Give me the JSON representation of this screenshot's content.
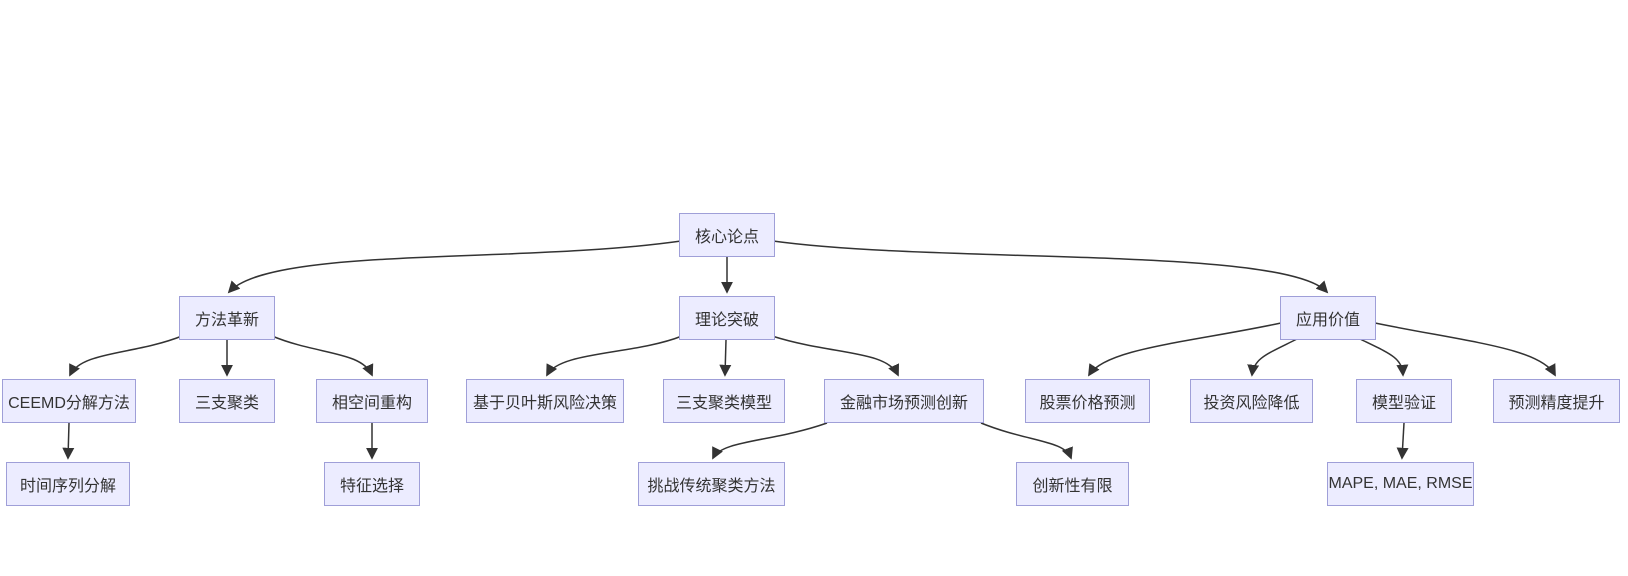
{
  "diagram": {
    "type": "flowchart-tree",
    "colors": {
      "background": "#ffffff",
      "node_fill": "#ECECFF",
      "node_border": "#9f9fd8",
      "edge": "#333333",
      "text": "#333333"
    },
    "nodes": {
      "core": {
        "label": "核心论点"
      },
      "method": {
        "label": "方法革新"
      },
      "theory": {
        "label": "理论突破"
      },
      "value": {
        "label": "应用价值"
      },
      "ceemd": {
        "label": "CEEMD分解方法"
      },
      "threeCluster": {
        "label": "三支聚类"
      },
      "phase": {
        "label": "相空间重构"
      },
      "bayes": {
        "label": "基于贝叶斯风险决策"
      },
      "threeModel": {
        "label": "三支聚类模型"
      },
      "finance": {
        "label": "金融市场预测创新"
      },
      "stock": {
        "label": "股票价格预测"
      },
      "invest": {
        "label": "投资风险降低"
      },
      "modelValid": {
        "label": "模型验证"
      },
      "precision": {
        "label": "预测精度提升"
      },
      "timeSeries": {
        "label": "时间序列分解"
      },
      "feature": {
        "label": "特征选择"
      },
      "challenge": {
        "label": "挑战传统聚类方法"
      },
      "limited": {
        "label": "创新性有限"
      },
      "mape": {
        "label": "MAPE, MAE, RMSE"
      }
    },
    "edges": [
      {
        "from": "core",
        "to": "method"
      },
      {
        "from": "core",
        "to": "theory"
      },
      {
        "from": "core",
        "to": "value"
      },
      {
        "from": "method",
        "to": "ceemd"
      },
      {
        "from": "method",
        "to": "threeCluster"
      },
      {
        "from": "method",
        "to": "phase"
      },
      {
        "from": "theory",
        "to": "bayes"
      },
      {
        "from": "theory",
        "to": "threeModel"
      },
      {
        "from": "theory",
        "to": "finance"
      },
      {
        "from": "value",
        "to": "stock"
      },
      {
        "from": "value",
        "to": "invest"
      },
      {
        "from": "value",
        "to": "modelValid"
      },
      {
        "from": "value",
        "to": "precision"
      },
      {
        "from": "ceemd",
        "to": "timeSeries"
      },
      {
        "from": "phase",
        "to": "feature"
      },
      {
        "from": "finance",
        "to": "challenge"
      },
      {
        "from": "finance",
        "to": "limited"
      },
      {
        "from": "modelValid",
        "to": "mape"
      }
    ]
  }
}
